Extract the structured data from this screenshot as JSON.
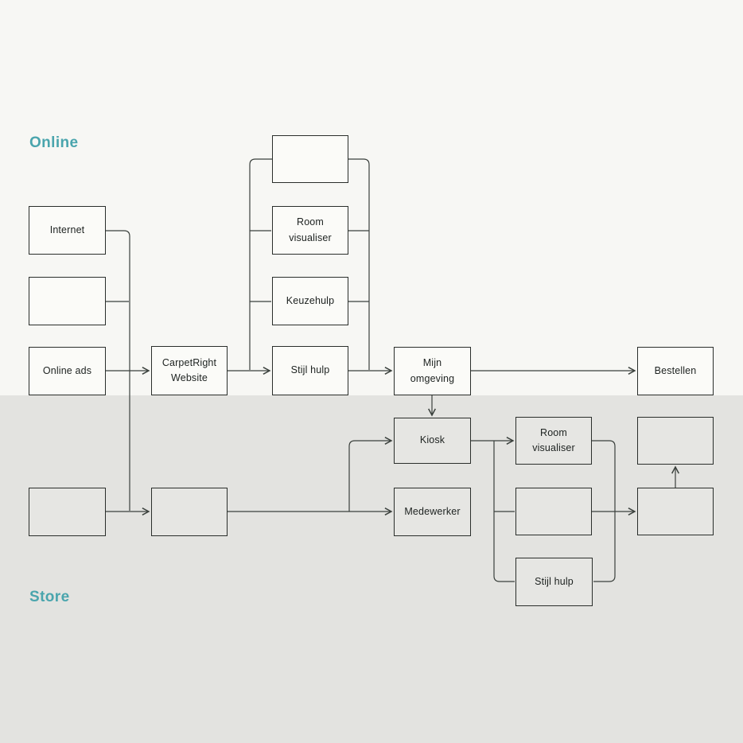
{
  "diagram": {
    "sections": {
      "online": {
        "label": "Online"
      },
      "store": {
        "label": "Store"
      }
    },
    "nodes": {
      "internet": {
        "label": "Internet"
      },
      "online_empty": {
        "label": ""
      },
      "online_ads": {
        "label": "Online ads"
      },
      "carpetright_website": {
        "label": "CarpetRight Website"
      },
      "mid_top_empty": {
        "label": ""
      },
      "room_visualiser": {
        "label": "Room visualiser"
      },
      "keuzehulp": {
        "label": "Keuzehulp"
      },
      "stijl_hulp": {
        "label": "Stijl hulp"
      },
      "mijn_omgeving": {
        "label": "Mijn omgeving"
      },
      "bestellen": {
        "label": "Bestellen"
      },
      "store_entry_1": {
        "label": ""
      },
      "store_entry_2": {
        "label": ""
      },
      "kiosk": {
        "label": "Kiosk"
      },
      "medewerker": {
        "label": "Medewerker"
      },
      "store_room_visualiser": {
        "label": "Room visualiser"
      },
      "store_mid_empty": {
        "label": ""
      },
      "store_stijl_hulp": {
        "label": "Stijl hulp"
      },
      "store_right_top": {
        "label": ""
      },
      "store_right_mid": {
        "label": ""
      }
    },
    "colors": {
      "accent_teal": "#4aa5ad",
      "background_online": "#f7f7f4",
      "background_store": "#e3e3e0",
      "connector_line": "#3a403c",
      "box_border": "#2a2e2b",
      "box_fill_online": "#fbfbf8",
      "box_fill_store": "#e6e6e3",
      "text": "#1d2220"
    }
  }
}
